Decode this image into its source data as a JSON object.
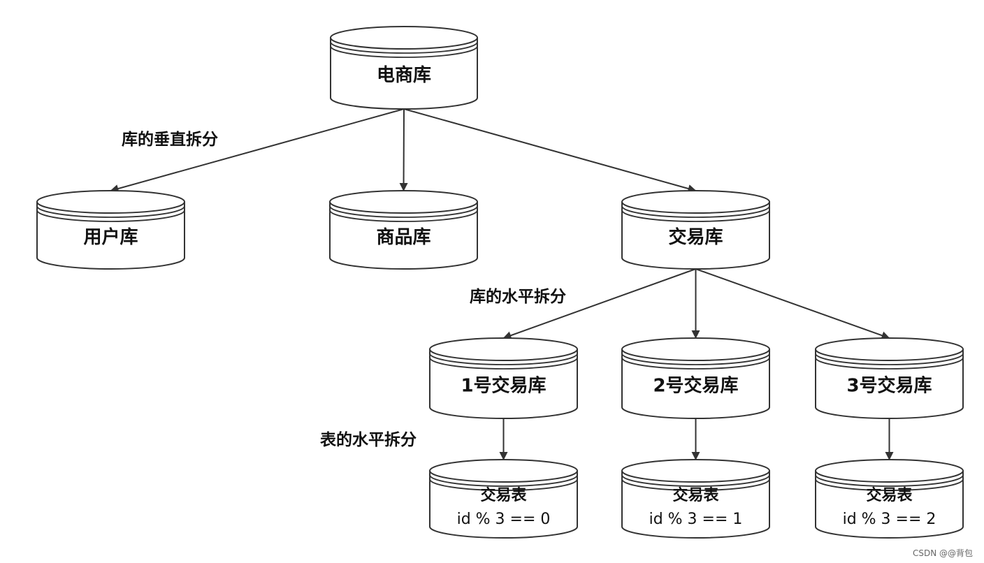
{
  "nodes": {
    "root": {
      "label": "电商库"
    },
    "users": {
      "label": "用户库"
    },
    "goods": {
      "label": "商品库"
    },
    "trade": {
      "label": "交易库"
    },
    "trade1": {
      "label": "1号交易库"
    },
    "trade2": {
      "label": "2号交易库"
    },
    "trade3": {
      "label": "3号交易库"
    },
    "table1": {
      "label": "交易表",
      "sub": "id % 3 == 0"
    },
    "table2": {
      "label": "交易表",
      "sub": "id % 3 == 1"
    },
    "table3": {
      "label": "交易表",
      "sub": "id % 3 == 2"
    }
  },
  "edge_labels": {
    "vertical_split": "库的垂直拆分",
    "horizontal_db_split": "库的水平拆分",
    "horizontal_table_split": "表的水平拆分"
  },
  "watermark": "CSDN @@背包",
  "colors": {
    "stroke": "#333333",
    "fill": "#ffffff",
    "text": "#111111"
  }
}
